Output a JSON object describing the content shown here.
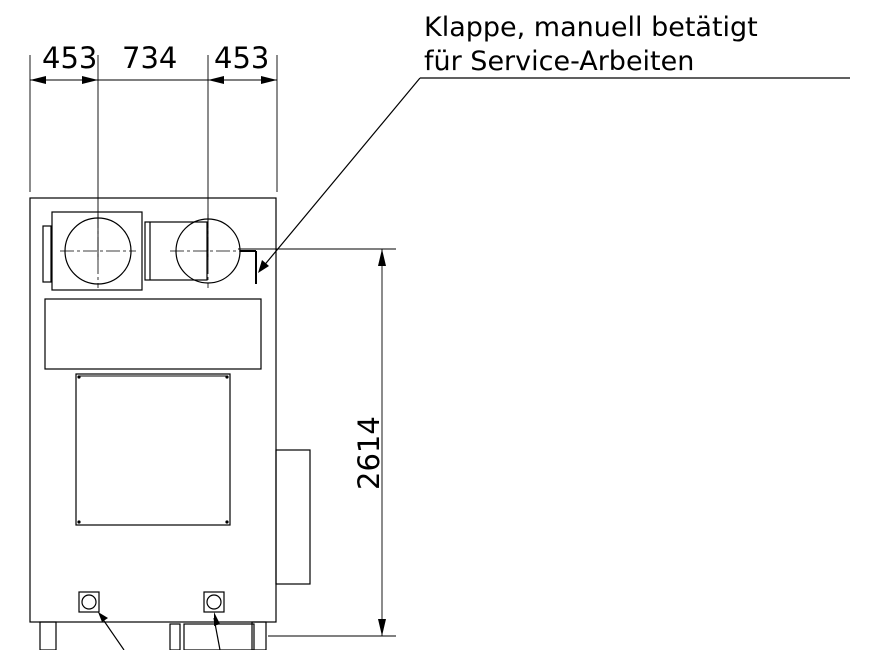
{
  "dimensions": {
    "top_left": "453",
    "top_middle": "734",
    "top_right": "453",
    "height": "2614"
  },
  "annotation": {
    "line1": "Klappe, manuell betätigt",
    "line2": "für Service-Arbeiten"
  }
}
